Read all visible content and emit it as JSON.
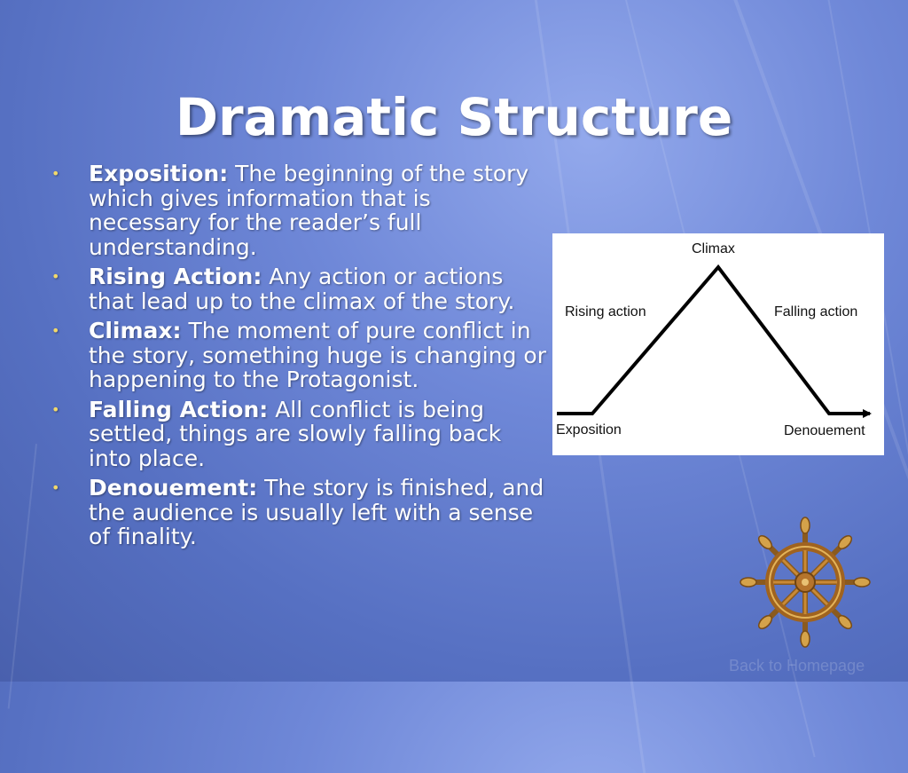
{
  "slide": {
    "title": "Dramatic Structure",
    "background_color": "#6f88d8",
    "bullet_color": "#f2d96a"
  },
  "bullets": [
    {
      "term": "Exposition:",
      "text": " The beginning of the story which gives information that is necessary for the reader’s full understanding."
    },
    {
      "term": "Rising Action:",
      "text": " Any action or actions that lead up to the climax of the story."
    },
    {
      "term": "Climax:",
      "text": " The moment of pure conflict in the story, something huge is changing or happening to the Protagonist."
    },
    {
      "term": "Falling Action:",
      "text": " All conflict is being settled, things are slowly falling back into place."
    },
    {
      "term": "Denouement:",
      "text": " The story is finished, and the audience is usually left with a sense of finality."
    }
  ],
  "diagram": {
    "labels": {
      "climax": "Climax",
      "rising": "Rising action",
      "falling": "Falling action",
      "exposition": "Exposition",
      "denouement": "Denouement"
    }
  },
  "decor": {
    "wheel_icon": "ship-wheel-icon",
    "watermark_text": "Back to Homepage"
  }
}
